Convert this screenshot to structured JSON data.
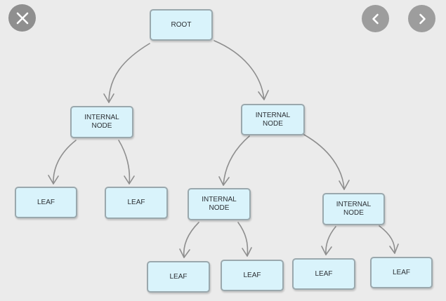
{
  "controls": {
    "close_icon": "close-icon",
    "prev_icon": "chevron-left-icon",
    "next_icon": "chevron-right-icon"
  },
  "tree": {
    "root": "ROOT",
    "internal_left": "INTERNAL\nNODE",
    "internal_right": "INTERNAL\nNODE",
    "leaf_1": "LEAF",
    "leaf_2": "LEAF",
    "internal_right_left": "INTERNAL\nNODE",
    "internal_right_right": "INTERNAL\nNODE",
    "leaf_3": "LEAF",
    "leaf_4": "LEAF",
    "leaf_5": "LEAF",
    "leaf_6": "LEAF"
  },
  "colors": {
    "node_fill": "#d9f3fb",
    "node_border": "#9aa8ad",
    "edge": "#8e8e8e",
    "background": "#ebebeb",
    "control": "#9a9a9a"
  }
}
